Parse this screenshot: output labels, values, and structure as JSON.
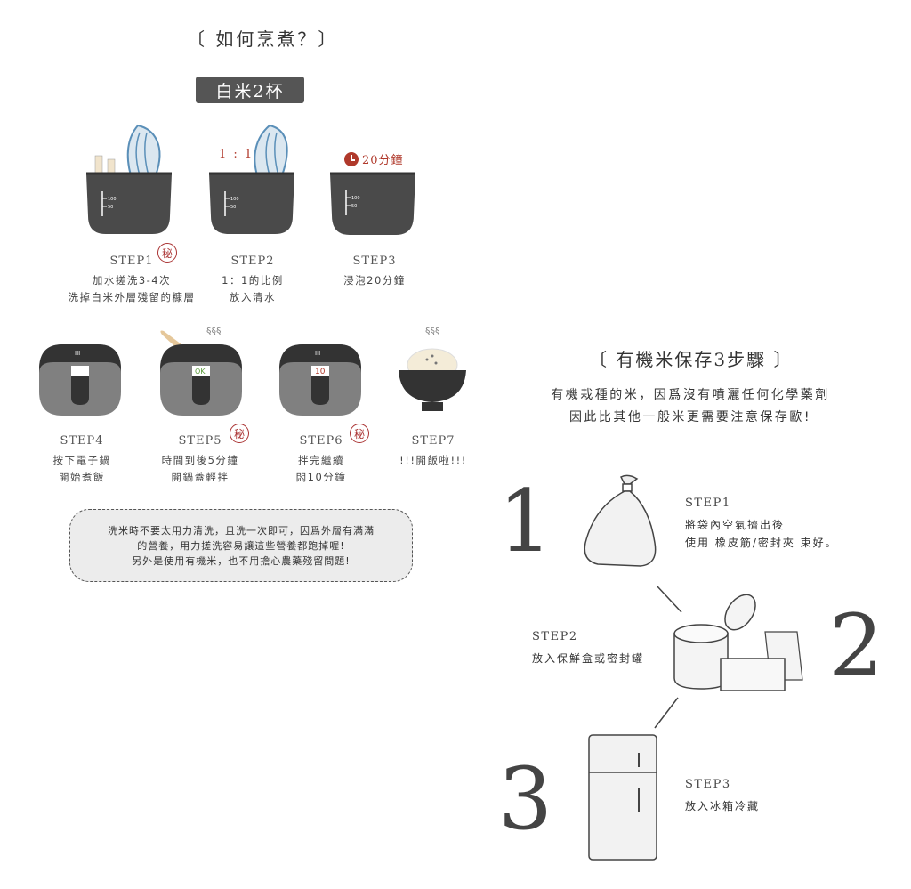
{
  "cook": {
    "title": "〔 如何烹煮？〕",
    "badge": "白米2杯",
    "ratio_label": "1 : 1",
    "timer_label": "20分鐘",
    "pot_marks": [
      "100",
      "50"
    ],
    "secret_mark": "秘",
    "steps_top": [
      {
        "label": "STEP1",
        "lines": [
          "加水搓洗3-4次",
          "洗掉白米外層殘留的糠層"
        ],
        "secret": true
      },
      {
        "label": "STEP2",
        "lines": [
          "1：1的比例",
          "放入清水"
        ],
        "secret": false
      },
      {
        "label": "STEP3",
        "lines": [
          "浸泡20分鐘"
        ],
        "secret": false
      }
    ],
    "cooker_displays": [
      "",
      "OK",
      "10"
    ],
    "steps_bottom": [
      {
        "label": "STEP4",
        "lines": [
          "按下電子鍋",
          "開始煮飯"
        ],
        "secret": false
      },
      {
        "label": "STEP5",
        "lines": [
          "時間到後5分鐘",
          "開鍋蓋輕拌"
        ],
        "secret": true
      },
      {
        "label": "STEP6",
        "lines": [
          "拌完繼續",
          "悶10分鐘"
        ],
        "secret": true
      },
      {
        "label": "STEP7",
        "lines": [
          "!!!開飯啦!!!"
        ],
        "secret": false
      }
    ],
    "tip_lines": [
      "洗米時不要太用力清洗，且洗一次即可，因爲外層有滿滿",
      "的營養，用力搓洗容易讓這些營養都跑掉喔!",
      "另外是使用有機米，也不用擔心農藥殘留問題!"
    ]
  },
  "storage": {
    "title": "〔 有機米保存3步驟 〕",
    "intro": [
      "有機栽種的米，因爲沒有噴灑任何化學藥劑",
      "因此比其他一般米更需要注意保存歐!"
    ],
    "steps": [
      {
        "number": "1",
        "label": "STEP1",
        "lines": [
          "將袋內空氣擠出後",
          "使用 橡皮筋/密封夾 束好。"
        ]
      },
      {
        "number": "2",
        "label": "STEP2",
        "lines": [
          "放入保鮮盒或密封罐"
        ]
      },
      {
        "number": "3",
        "label": "STEP3",
        "lines": [
          "放入冰箱冷藏"
        ]
      }
    ]
  },
  "colors": {
    "pot": "#4a4a4a",
    "cooker": "#808080",
    "accent": "#b0392b",
    "water": "#5a8fb8"
  }
}
